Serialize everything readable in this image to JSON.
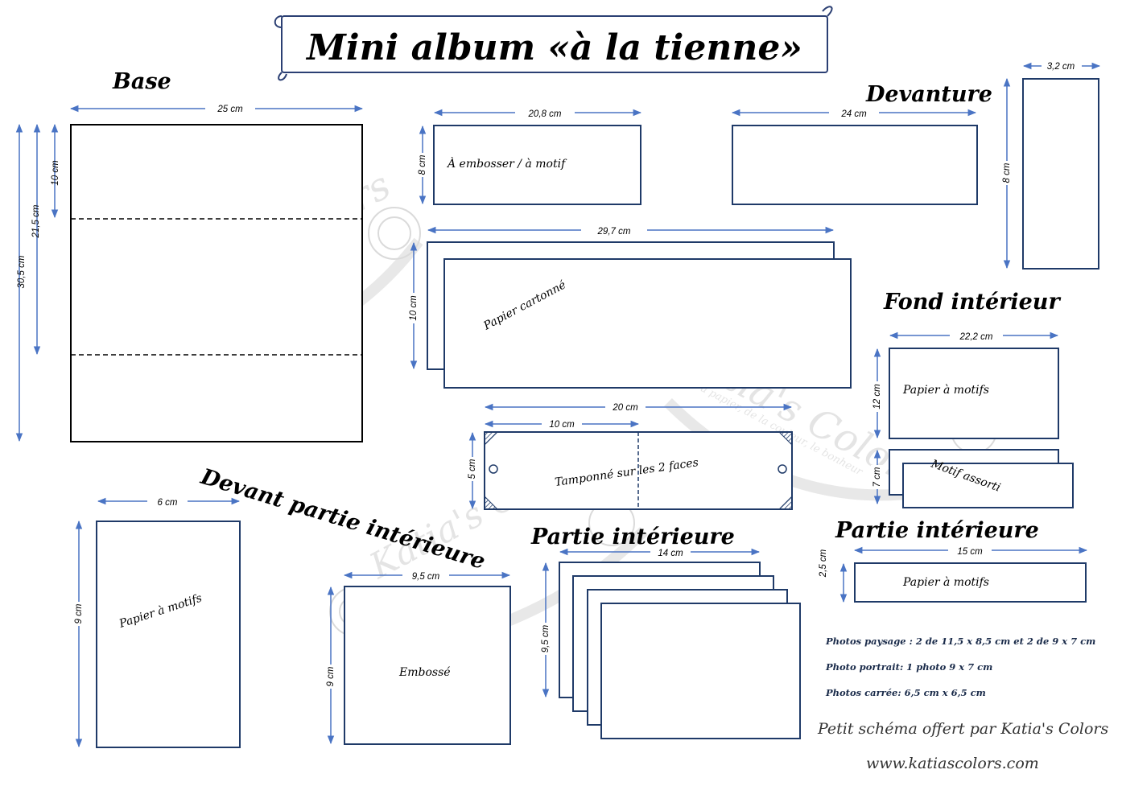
{
  "title": "Mini album «à la tienne»",
  "colors": {
    "ink": "#000000",
    "border": "#1f3a68",
    "arrow": "#4a74c4",
    "banner_border": "#2b3f73"
  },
  "sections": {
    "base": {
      "heading": "Base",
      "width": "25 cm",
      "h_total": "30,5 cm",
      "h_mid": "21,5 cm",
      "h_top": "10 cm"
    },
    "devanture": {
      "heading": "Devanture",
      "piece1": {
        "width": "20,8 cm",
        "height": "8 cm",
        "label": "À embosser / à motif"
      },
      "piece2": {
        "width": "24 cm"
      },
      "piece3": {
        "width": "3,2 cm",
        "height": "8 cm"
      },
      "carton": {
        "width": "29,7 cm",
        "height": "10 cm",
        "label": "Papier cartonné"
      },
      "strip": {
        "width_full": "20 cm",
        "width_half": "10 cm",
        "height": "5 cm",
        "label": "Tamponné sur les 2 faces"
      }
    },
    "fond": {
      "heading": "Fond intérieur",
      "piece1": {
        "width": "22,2 cm",
        "height": "12 cm",
        "label": "Papier à motifs"
      },
      "piece2": {
        "height": "7 cm",
        "label": "Motif assorti"
      }
    },
    "devant": {
      "heading": "Devant partie intérieure",
      "piece1": {
        "width": "6 cm",
        "height": "9 cm",
        "label": "Papier à motifs"
      },
      "piece2": {
        "width": "9,5 cm",
        "height": "9 cm",
        "label": "Embossé"
      }
    },
    "partie1": {
      "heading": "Partie intérieure",
      "width": "14 cm",
      "height": "9,5 cm"
    },
    "partie2": {
      "heading": "Partie intérieure",
      "width": "15 cm",
      "height": "2,5 cm",
      "label": "Papier à motifs"
    }
  },
  "notes": [
    "Photos paysage : 2 de 11,5 x 8,5 cm et 2 de 9 x 7 cm",
    "Photo portrait: 1 photo 9 x 7 cm",
    "Photos carrée: 6,5 cm x 6,5 cm"
  ],
  "credit": {
    "line1": "Petit schéma offert par Katia's Colors",
    "line2": "www.katiascolors.com"
  },
  "watermark": {
    "brand": "Katia's Colors",
    "tagline": "Du papier, de la couleur, le bonheur",
    "icon": "dreamcatcher-icon"
  }
}
